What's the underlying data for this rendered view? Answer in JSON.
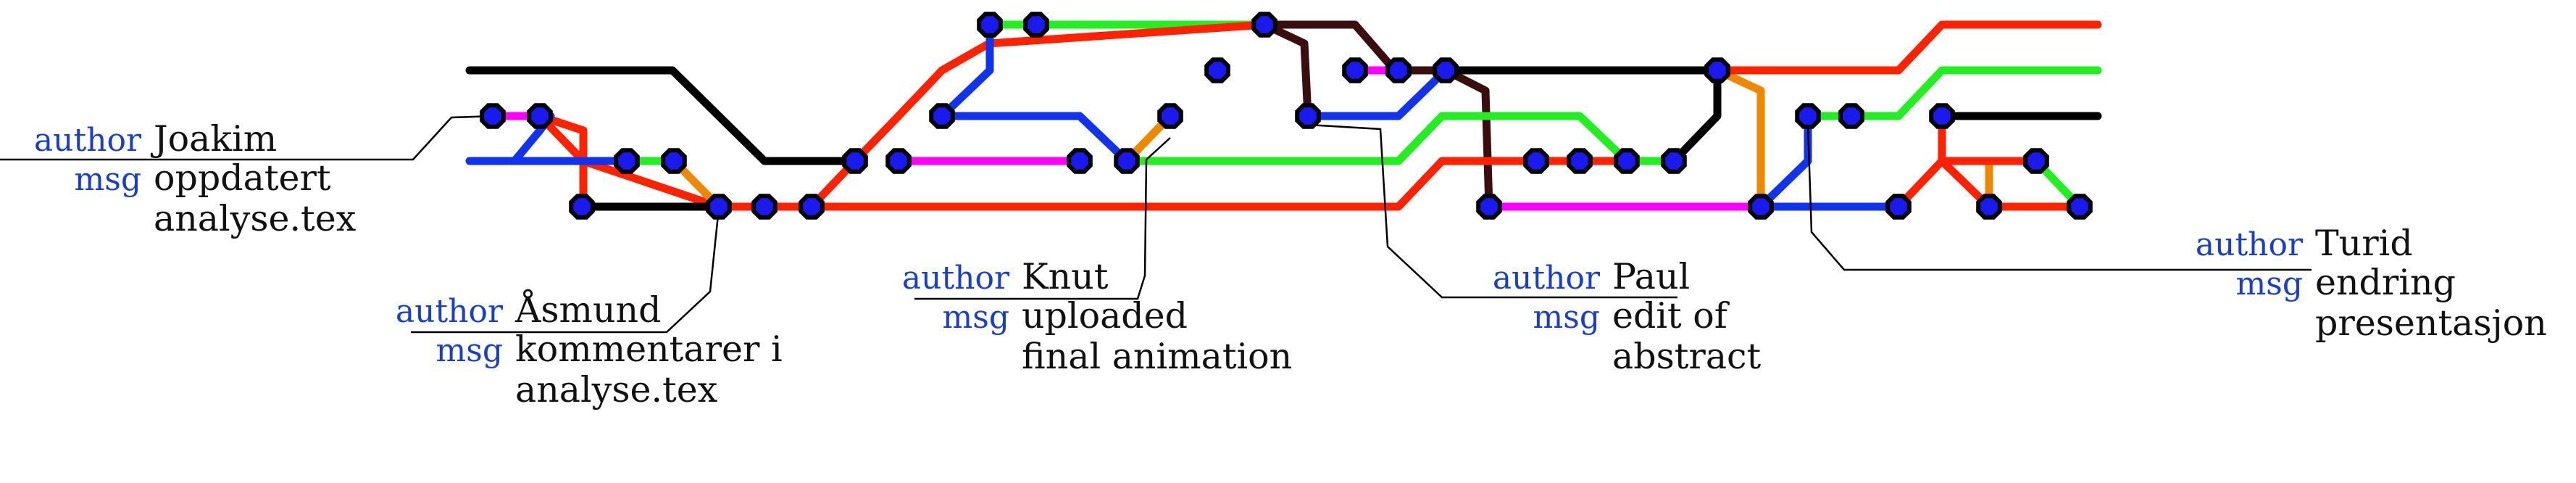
{
  "colors": {
    "black": "#000000",
    "red": "#ff2200",
    "green": "#22ee22",
    "blue": "#1133ee",
    "magenta": "#ff00ff",
    "orange": "#ee8800",
    "dark": "#3a0e0e",
    "node_fill": "#1a1aee",
    "node_stroke": "#000000",
    "key_text": "#1a3fc4"
  },
  "annotations": [
    {
      "id": "joakim",
      "author_key": "author",
      "msg_key": "msg",
      "author": "Joakim",
      "msg_lines": [
        "oppdatert",
        "analyse.tex"
      ]
    },
    {
      "id": "asmund",
      "author_key": "author",
      "msg_key": "msg",
      "author": "Åsmund",
      "msg_lines": [
        "kommentarer i",
        "analyse.tex"
      ]
    },
    {
      "id": "knut",
      "author_key": "author",
      "msg_key": "msg",
      "author": "Knut",
      "msg_lines": [
        "uploaded",
        "final animation"
      ]
    },
    {
      "id": "paul",
      "author_key": "author",
      "msg_key": "msg",
      "author": "Paul",
      "msg_lines": [
        "edit of",
        "abstract"
      ]
    },
    {
      "id": "turid",
      "author_key": "author",
      "msg_key": "msg",
      "author": "Turid",
      "msg_lines": [
        "endring",
        "presentasjon"
      ]
    }
  ]
}
